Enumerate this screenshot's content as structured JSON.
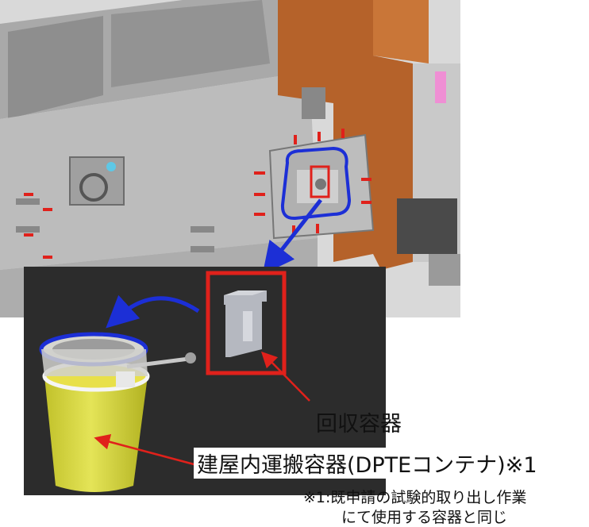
{
  "labels": {
    "recovery_container": "回収容器",
    "transport_container": "建屋内運搬容器(DPTEコンテナ)※1",
    "footnote_line1": "※1:既申請の試験的取り出し作業",
    "footnote_line2": "にて使用する容器と同じ"
  },
  "colors": {
    "structure_gray": "#b9b9b9",
    "frame_orange": "#b5622a",
    "callout_red": "#e0211b",
    "arrow_blue": "#1c2fd6",
    "container_yellow": "#dcdc3a",
    "inset_background": "#2c2c2c"
  },
  "icons": {
    "detail_arrow": "arrow-down-left",
    "transfer_arrow": "curved-arrow-left"
  }
}
